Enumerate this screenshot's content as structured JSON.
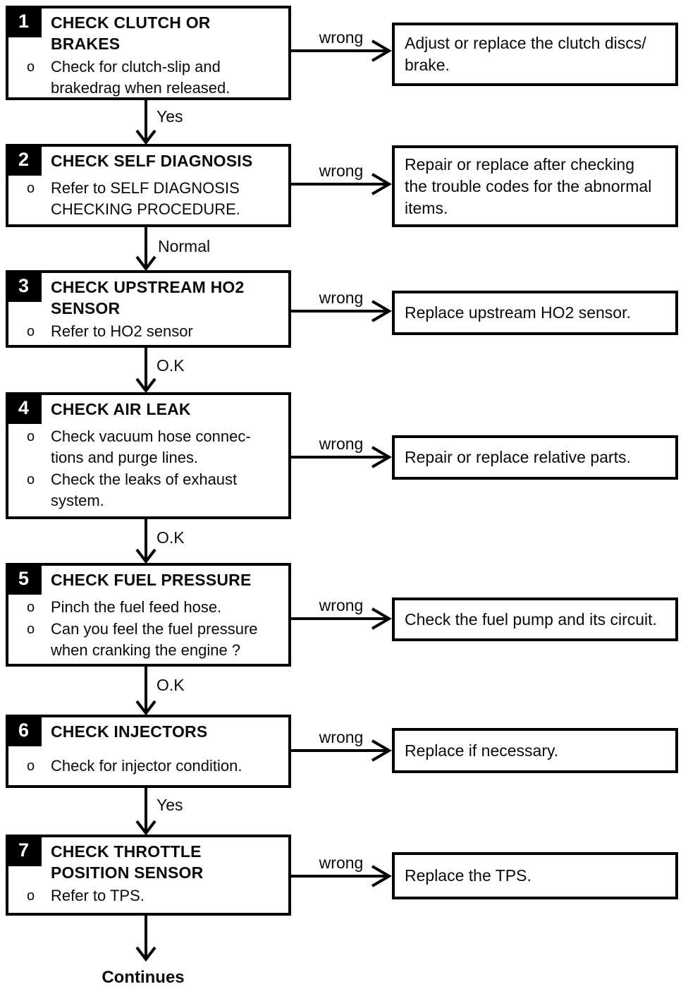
{
  "figure": {
    "bullet_marker": "o",
    "continues_label": "Continues"
  },
  "steps": [
    {
      "number": "1",
      "title": "CHECK CLUTCH OR\nBRAKES",
      "bullets": [
        "Check for clutch-slip and\nbrakedrag when released."
      ],
      "branch_label": "wrong",
      "result": "Adjust or replace the clutch discs/\nbrake.",
      "next_label": "Yes"
    },
    {
      "number": "2",
      "title": "CHECK SELF DIAGNOSIS",
      "bullets": [
        "Refer to SELF DIAGNOSIS\nCHECKING PROCEDURE."
      ],
      "branch_label": "wrong",
      "result": "Repair or replace after checking\nthe trouble codes for the abnormal\nitems.",
      "next_label": "Normal"
    },
    {
      "number": "3",
      "title": "CHECK UPSTREAM HO2\nSENSOR",
      "bullets": [
        "Refer to HO2 sensor"
      ],
      "branch_label": "wrong",
      "result": "Replace upstream HO2 sensor.",
      "next_label": "O.K"
    },
    {
      "number": "4",
      "title": "CHECK AIR LEAK",
      "bullets": [
        "Check vacuum hose connec-\ntions and purge lines.",
        "Check the leaks of exhaust\nsystem."
      ],
      "branch_label": "wrong",
      "result": "Repair or replace relative parts.",
      "next_label": "O.K"
    },
    {
      "number": "5",
      "title": "CHECK FUEL PRESSURE",
      "bullets": [
        "Pinch the fuel feed hose.",
        "Can you feel the fuel pressure\nwhen cranking the engine ?"
      ],
      "branch_label": "wrong",
      "result": "Check the fuel pump and its circuit.",
      "next_label": "O.K"
    },
    {
      "number": "6",
      "title": "CHECK INJECTORS",
      "bullets": [
        "Check for injector condition."
      ],
      "branch_label": "wrong",
      "result": "Replace if necessary.",
      "next_label": "Yes"
    },
    {
      "number": "7",
      "title": "CHECK THROTTLE\nPOSITION SENSOR",
      "bullets": [
        "Refer to TPS."
      ],
      "branch_label": "wrong",
      "result": "Replace the TPS."
    }
  ]
}
